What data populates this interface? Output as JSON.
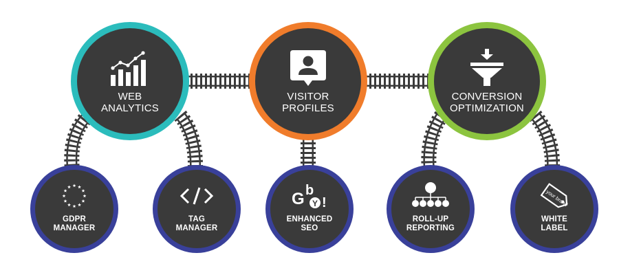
{
  "colors": {
    "node_fill": "#3a3a3a",
    "ring_teal": "#2bbcbc",
    "ring_orange": "#f07c2b",
    "ring_green": "#8cc43f",
    "ring_blue": "#39409a",
    "track": "#3a3a3a",
    "text": "#ffffff"
  },
  "main_nodes": [
    {
      "line1": "WEB",
      "line2": "ANALYTICS",
      "icon": "bar-chart-trend-icon"
    },
    {
      "line1": "VISITOR",
      "line2": "PROFILES",
      "icon": "profile-badge-icon"
    },
    {
      "line1": "CONVERSION",
      "line2": "OPTIMIZATION",
      "icon": "funnel-icon"
    }
  ],
  "sub_nodes": [
    {
      "line1": "GDPR",
      "line2": "MANAGER",
      "icon": "eu-stars-icon"
    },
    {
      "line1": "TAG",
      "line2": "MANAGER",
      "icon": "code-brackets-icon"
    },
    {
      "line1": "ENHANCED",
      "line2": "SEO",
      "icon": "search-engines-icon"
    },
    {
      "line1": "ROLL-UP",
      "line2": "REPORTING",
      "icon": "hierarchy-dots-icon"
    },
    {
      "line1": "WHITE",
      "line2": "LABEL",
      "icon": "price-tag-icon"
    }
  ],
  "icon_text": {
    "seo_g": "G",
    "seo_b": "b",
    "seo_y": "Y",
    "seo_bang": "!",
    "tag_text": "your brand"
  }
}
